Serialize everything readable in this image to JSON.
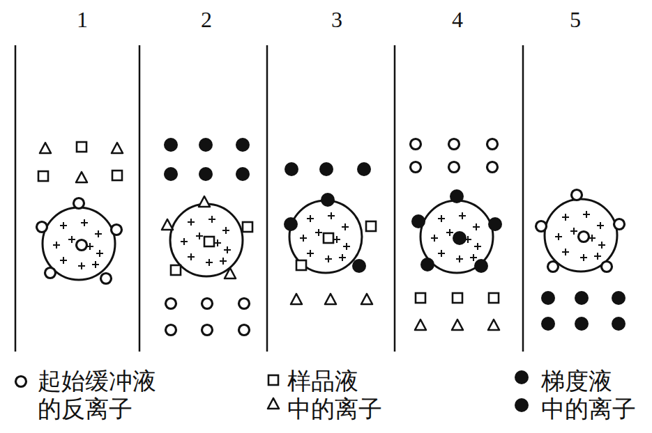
{
  "diagram": {
    "labels": [
      "1",
      "2",
      "3",
      "4",
      "5"
    ],
    "legend": [
      {
        "text": "起始缓冲液 的反离子"
      },
      {
        "text": "样品液 中的离子"
      },
      {
        "text": "梯度液 中的离子"
      }
    ]
  }
}
